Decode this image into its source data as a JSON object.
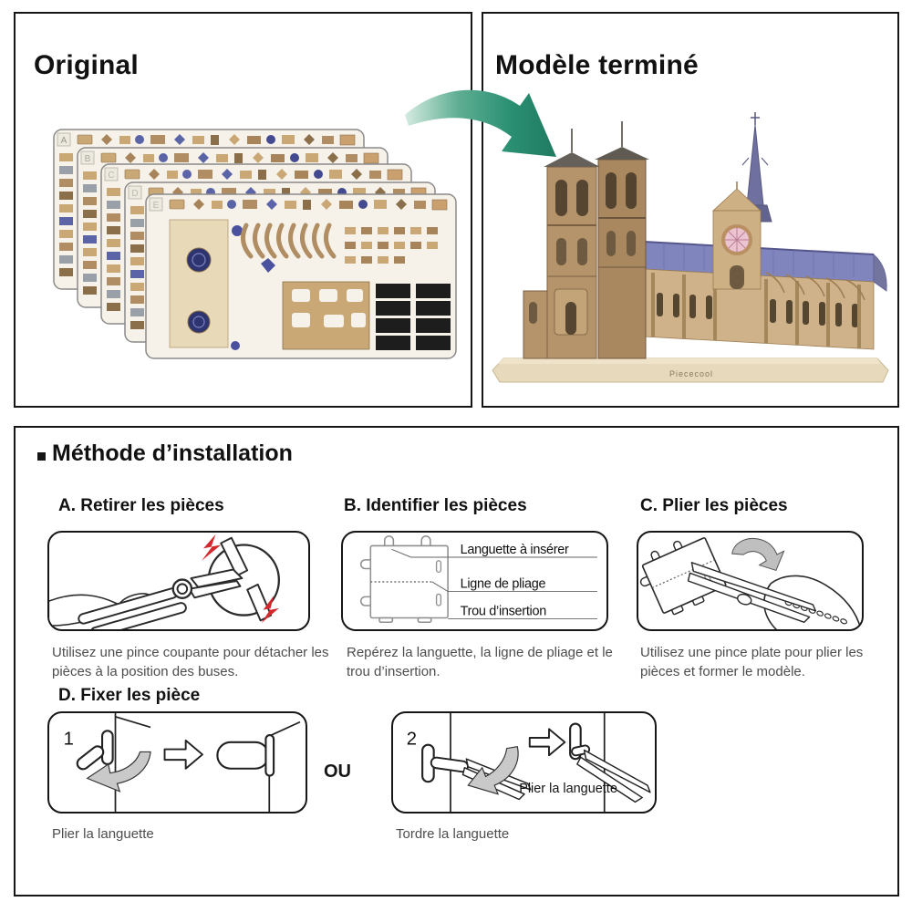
{
  "panels": {
    "original": {
      "title": "Original",
      "sheets": [
        {
          "label": "A"
        },
        {
          "label": "B"
        },
        {
          "label": "C"
        },
        {
          "label": "D"
        },
        {
          "label": "E"
        }
      ]
    },
    "finished": {
      "title": "Modèle terminé",
      "brand": "Piececool"
    },
    "method": {
      "title": "Méthode d’installation",
      "step_a": {
        "title": "A. Retirer les pièces",
        "caption": "Utilisez une pince coupante pour détacher les pièces à la position des buses."
      },
      "step_b": {
        "title": "B. Identifier les pièces",
        "label_tab": "Languette à insérer",
        "label_fold": "Ligne de pliage",
        "label_hole": "Trou d’insertion",
        "caption": "Repérez la languette, la ligne de pliage et le trou d’insertion."
      },
      "step_c": {
        "title": "C. Plier les pièces",
        "caption": "Utilisez une pince plate pour plier les pièces et former le modèle."
      },
      "step_d": {
        "title": "D. Fixer les pièce",
        "or": "OU",
        "opt1": {
          "num": "1",
          "caption": "Plier la languette"
        },
        "opt2": {
          "num": "2",
          "inner_label": "Plier la languette",
          "caption": "Tordre la languette"
        }
      }
    }
  },
  "colors": {
    "accent_green": "#2a8f72",
    "alert_red": "#d4292c",
    "arrow_gray": "#c9c9c9"
  }
}
